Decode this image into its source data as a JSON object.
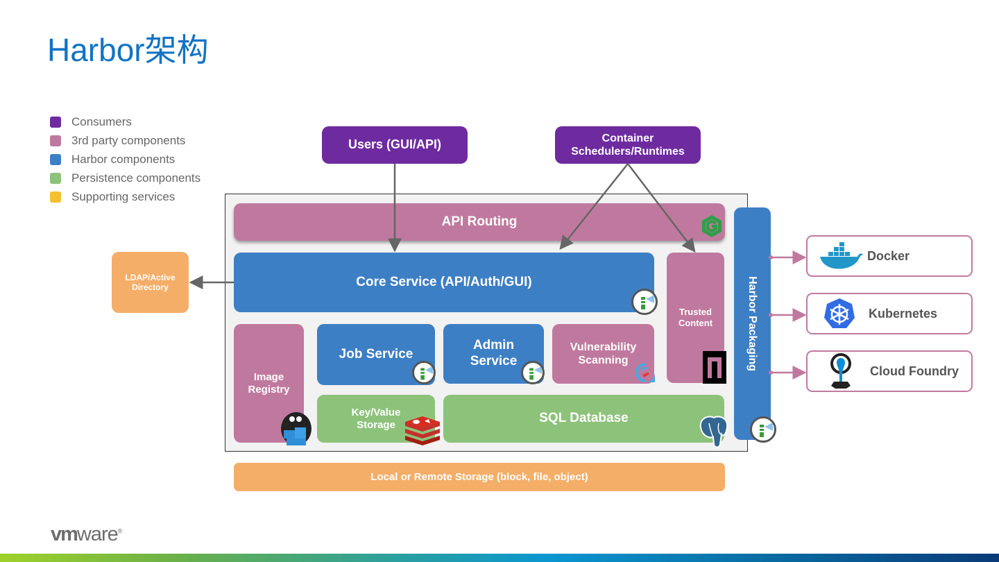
{
  "title": "Harbor架构",
  "legend": [
    {
      "label": "Consumers",
      "color": "#6e2ba0"
    },
    {
      "label": "3rd party components",
      "color": "#c0799e"
    },
    {
      "label": "Harbor components",
      "color": "#3d7fc5"
    },
    {
      "label": "Persistence components",
      "color": "#8dc27a"
    },
    {
      "label": "Supporting services",
      "color": "#f4c030"
    }
  ],
  "consumers": {
    "users": "Users (GUI/API)",
    "schedulers_line1": "Container",
    "schedulers_line2": "Schedulers/Runtimes"
  },
  "components": {
    "api_routing": "API Routing",
    "core_service": "Core Service (API/Auth/GUI)",
    "ldap_line1": "LDAP/Active",
    "ldap_line2": "Directory",
    "trusted_line1": "Trusted",
    "trusted_line2": "Content",
    "image_registry_line1": "Image",
    "image_registry_line2": "Registry",
    "job_service": "Job Service",
    "admin_line1": "Admin",
    "admin_line2": "Service",
    "vuln_line1": "Vulnerability",
    "vuln_line2": "Scanning",
    "kv_line1": "Key/Value",
    "kv_line2": "Storage",
    "sql_database": "SQL Database",
    "harbor_packaging": "Harbor Packaging",
    "storage": "Local or Remote Storage (block, file, object)"
  },
  "platforms": [
    {
      "label": "Docker",
      "icon": "docker-icon"
    },
    {
      "label": "Kubernetes",
      "icon": "kubernetes-icon"
    },
    {
      "label": "Cloud Foundry",
      "icon": "cloud-foundry-icon"
    }
  ],
  "footer": {
    "logo_bold": "vm",
    "logo_rest": "ware"
  }
}
